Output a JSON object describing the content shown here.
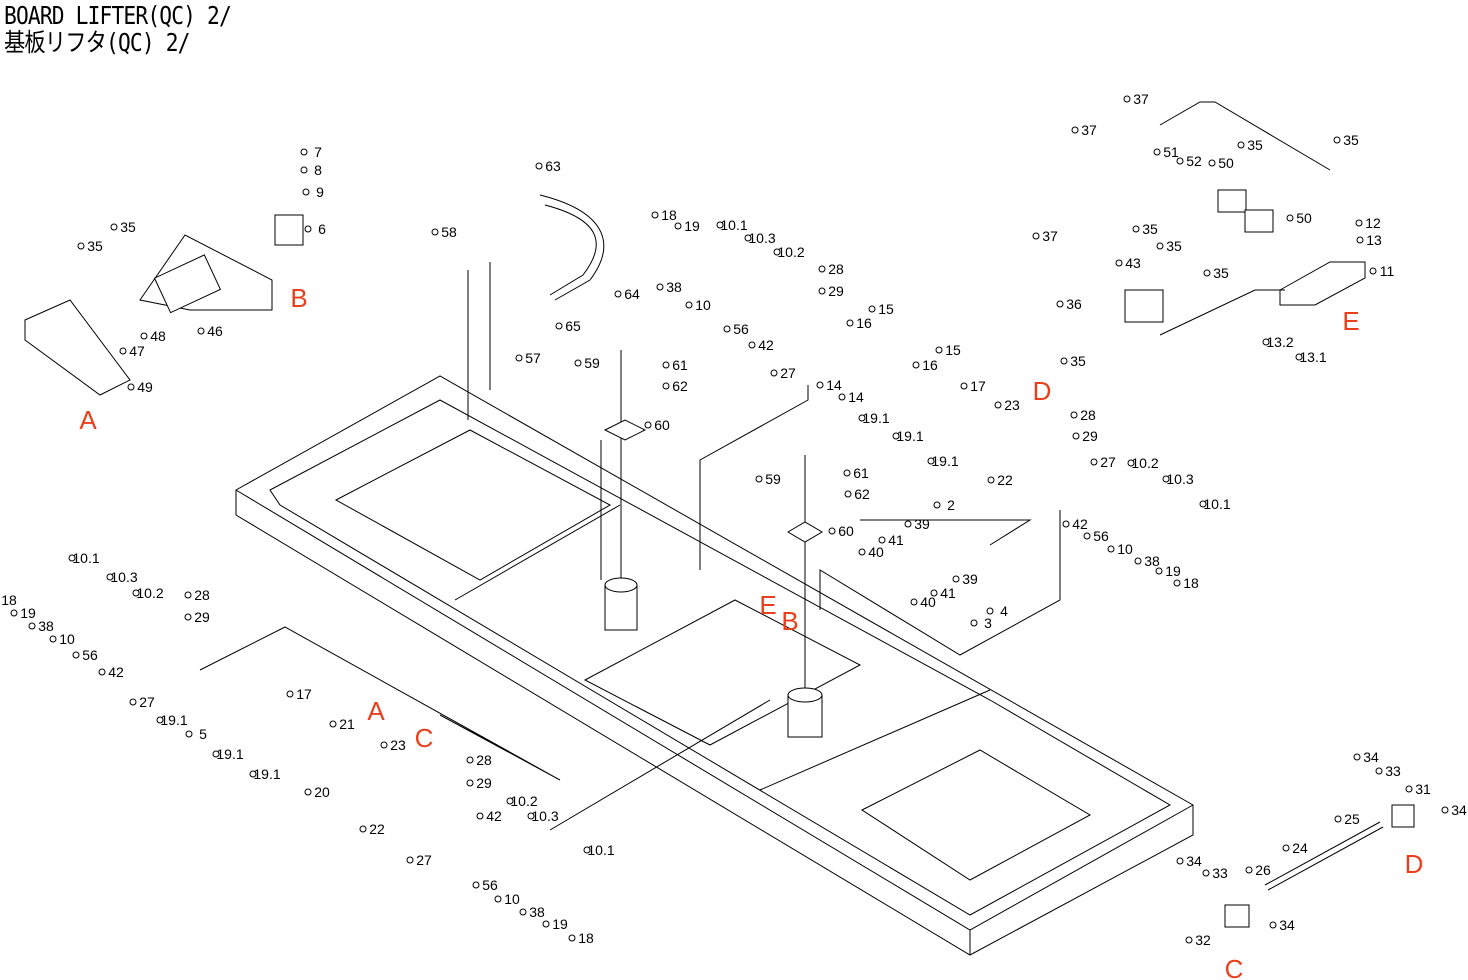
{
  "title": {
    "en": "BOARD LIFTER(QC) 2/",
    "ja": "基板リフタ(QC) 2/"
  },
  "callouts": [
    "7",
    "8",
    "9",
    "6",
    "35",
    "35",
    "48",
    "47",
    "46",
    "49",
    "63",
    "64",
    "58",
    "57",
    "65",
    "59",
    "61",
    "62",
    "60",
    "18",
    "19",
    "10.1",
    "10.3",
    "10.2",
    "28",
    "29",
    "38",
    "10",
    "56",
    "42",
    "27",
    "16",
    "15",
    "15",
    "16",
    "14",
    "14",
    "17",
    "19.1",
    "19.1",
    "19.1",
    "23",
    "28",
    "29",
    "22",
    "27",
    "10.2",
    "10.3",
    "10.1",
    "42",
    "56",
    "10",
    "38",
    "19",
    "18",
    "59",
    "61",
    "62",
    "60",
    "2",
    "39",
    "41",
    "40",
    "39",
    "41",
    "40",
    "4",
    "3",
    "37",
    "37",
    "35",
    "51",
    "52",
    "50",
    "35",
    "12",
    "13",
    "11",
    "50",
    "35",
    "35",
    "37",
    "43",
    "35",
    "36",
    "35",
    "13.2",
    "13.1",
    "10.1",
    "10.3",
    "10.2",
    "28",
    "29",
    "18",
    "19",
    "38",
    "10",
    "56",
    "42",
    "27",
    "17",
    "19.1",
    "5",
    "19.1",
    "19.1",
    "21",
    "20",
    "23",
    "22",
    "28",
    "29",
    "42",
    "10.2",
    "10.3",
    "10.1",
    "27",
    "56",
    "10",
    "38",
    "19",
    "18",
    "34",
    "33",
    "31",
    "34",
    "25",
    "24",
    "34",
    "33",
    "26",
    "34",
    "32"
  ],
  "markers": [
    "A",
    "B",
    "C",
    "A",
    "D",
    "E",
    "E",
    "B",
    "D",
    "C"
  ],
  "colors": {
    "marker": "#e8401c",
    "line": "#000000"
  }
}
